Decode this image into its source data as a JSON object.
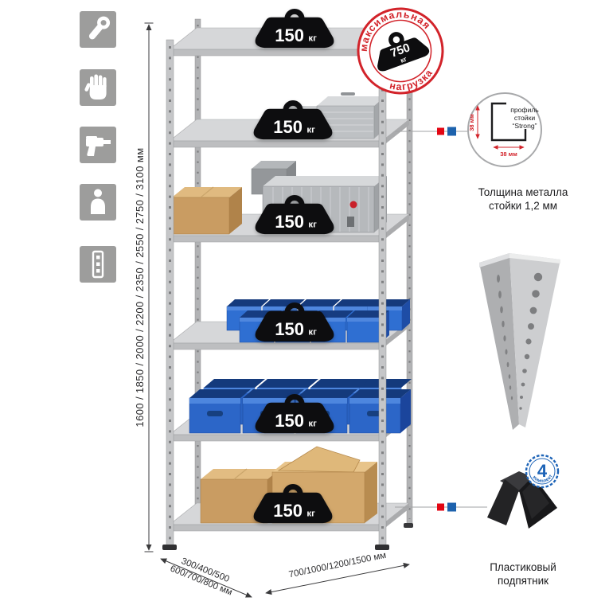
{
  "left_toolbar": {
    "items": [
      {
        "icon": "wrench-icon"
      },
      {
        "icon": "glove-icon"
      },
      {
        "icon": "drill-icon"
      },
      {
        "icon": "person-icon"
      },
      {
        "icon": "post-icon"
      }
    ]
  },
  "dimensions": {
    "height": "1600 / 1850 / 2000 / 2200 / 2350 / 2550 / 2750 / 3100 мм",
    "depth_line1": "300/400/500",
    "depth_line2": "600/700/800 мм",
    "width": "700/1000/1200/1500 мм"
  },
  "rack": {
    "shelves": [
      {
        "load": "150",
        "unit": "кг"
      },
      {
        "load": "150",
        "unit": "кг"
      },
      {
        "load": "150",
        "unit": "кг"
      },
      {
        "load": "150",
        "unit": "кг"
      },
      {
        "load": "150",
        "unit": "кг"
      },
      {
        "load": "150",
        "unit": "кг"
      }
    ]
  },
  "stamp": {
    "arc_top": "максимальная",
    "arc_bottom": "нагрузка",
    "value": "750",
    "unit": "кг"
  },
  "profile_detail": {
    "dim_vertical": "38 мм",
    "dim_horizontal": "38 мм",
    "label_line1": "профиль",
    "label_line2": "стойки",
    "label_line3": "“Strong”",
    "caption_line1": "Толщина металла",
    "caption_line2": "стойки 1,2 мм"
  },
  "foot_detail": {
    "badge_value": "4",
    "badge_text": "в комплекте",
    "caption_line1": "Пластиковый",
    "caption_line2": "подпятник"
  },
  "colors": {
    "stamp_red": "#d2232a",
    "marker_red": "#e30613",
    "marker_blue": "#1d62ad",
    "bin_blue": "#2f6fd2",
    "icon_gray": "#9d9d9c"
  }
}
